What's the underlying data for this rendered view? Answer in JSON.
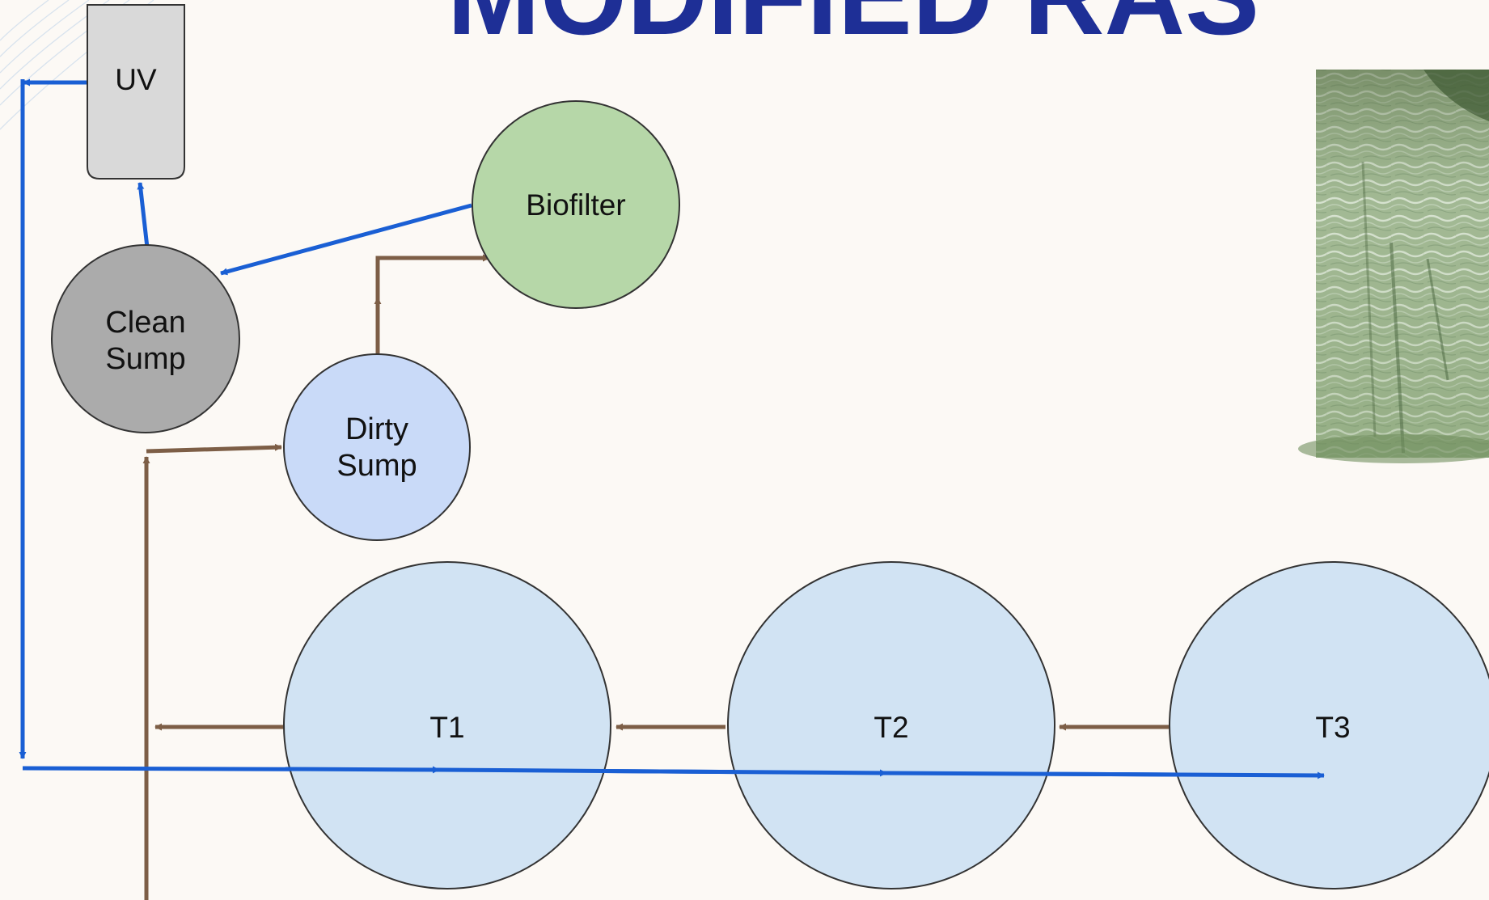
{
  "title": "MODIFIED RAS",
  "nodes": {
    "uv": "UV",
    "biofilter": "Biofilter",
    "clean_sump": {
      "line1": "Clean",
      "line2": "Sump"
    },
    "dirty_sump": {
      "line1": "Dirty",
      "line2": "Sump"
    },
    "tanks": [
      "T1",
      "T2",
      "T3"
    ]
  },
  "colors": {
    "title": "#1e2f96",
    "clean_flow": "#1a5fd4",
    "dirty_flow": "#7d5e46",
    "tank_fill": "#cfe2f3",
    "biofilter_fill": "#b6d7a8",
    "clean_sump_fill": "#ababab",
    "dirty_sump_fill": "#c9daf8",
    "uv_fill": "#d9d9d9",
    "background": "#fcf9f5"
  },
  "photo": {
    "subject": "green water tank photo"
  }
}
